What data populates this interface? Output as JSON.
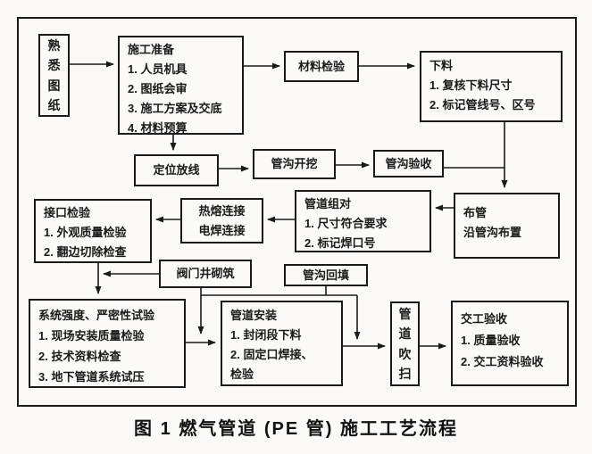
{
  "figure": {
    "caption": "图 1  燃气管道 (PE 管) 施工工艺流程"
  },
  "colors": {
    "ink": "#1a1a1a",
    "paper": "#fbfaf8"
  },
  "nodes": {
    "familiarize": {
      "chars": [
        "熟",
        "悉",
        "图",
        "纸"
      ]
    },
    "prepare": {
      "title": "施工准备",
      "items": [
        "1. 人员机具",
        "2. 图纸会审",
        "3. 施工方案及交底",
        "4. 材料预算"
      ]
    },
    "materialCheck": {
      "label": "材料检验"
    },
    "cutting": {
      "title": "下料",
      "items": [
        "1. 复核下料尺寸",
        "2. 标记管线号、区号"
      ]
    },
    "layoutLine": {
      "label": "定位放线"
    },
    "trenchDig": {
      "label": "管沟开挖"
    },
    "trenchAccept": {
      "label": "管沟验收"
    },
    "pipeLay": {
      "lines": [
        "布管",
        "沿管沟布置"
      ]
    },
    "pipePair": {
      "title": "管道组对",
      "items": [
        "1. 尺寸符合要求",
        "2. 标记焊口号"
      ]
    },
    "fusion": {
      "lines": [
        "热熔连接",
        "电焊连接"
      ]
    },
    "jointCheck": {
      "title": "接口检验",
      "items": [
        "1. 外观质量检验",
        "2. 翻边切除检查"
      ]
    },
    "valveWell": {
      "label": "阀门井砌筑"
    },
    "backfill": {
      "label": "管沟回填"
    },
    "systemTest": {
      "title": "系统强度、严密性试验",
      "items": [
        "1. 现场安装质量检验",
        "2. 技术资料检查",
        "3. 地下管道系统试压"
      ]
    },
    "pipeInstall": {
      "title": "管道安装",
      "items": [
        "1. 封闭段下料",
        "2. 固定口焊接、",
        "检验"
      ]
    },
    "purge": {
      "chars": [
        "管",
        "道",
        "吹",
        "扫"
      ]
    },
    "handover": {
      "title": "交工验收",
      "items": [
        "1. 质量验收",
        "2. 交工资料验收"
      ]
    }
  },
  "edges": [
    {
      "from": "熟悉图纸",
      "to": "施工准备"
    },
    {
      "from": "施工准备",
      "to": "材料检验"
    },
    {
      "from": "材料检验",
      "to": "下料"
    },
    {
      "from": "施工准备",
      "to": "定位放线"
    },
    {
      "from": "定位放线",
      "to": "管沟开挖"
    },
    {
      "from": "管沟开挖",
      "to": "管沟验收"
    },
    {
      "from": "下料",
      "to": "布管"
    },
    {
      "from": "管沟验收",
      "to": "布管"
    },
    {
      "from": "布管",
      "to": "管道组对"
    },
    {
      "from": "管道组对",
      "to": "热熔连接/电焊连接"
    },
    {
      "from": "热熔连接/电焊连接",
      "to": "接口检验"
    },
    {
      "from": "接口检验",
      "to": "系统强度、严密性试验"
    },
    {
      "from": "阀门井砌筑",
      "to": "系统强度、严密性试验"
    },
    {
      "from": "阀门井砌筑",
      "to": "管道安装"
    },
    {
      "from": "管沟回填",
      "to": "管道吹扫"
    },
    {
      "from": "系统强度、严密性试验",
      "to": "管道安装"
    },
    {
      "from": "管道安装",
      "to": "管道吹扫"
    },
    {
      "from": "管道吹扫",
      "to": "交工验收"
    }
  ]
}
